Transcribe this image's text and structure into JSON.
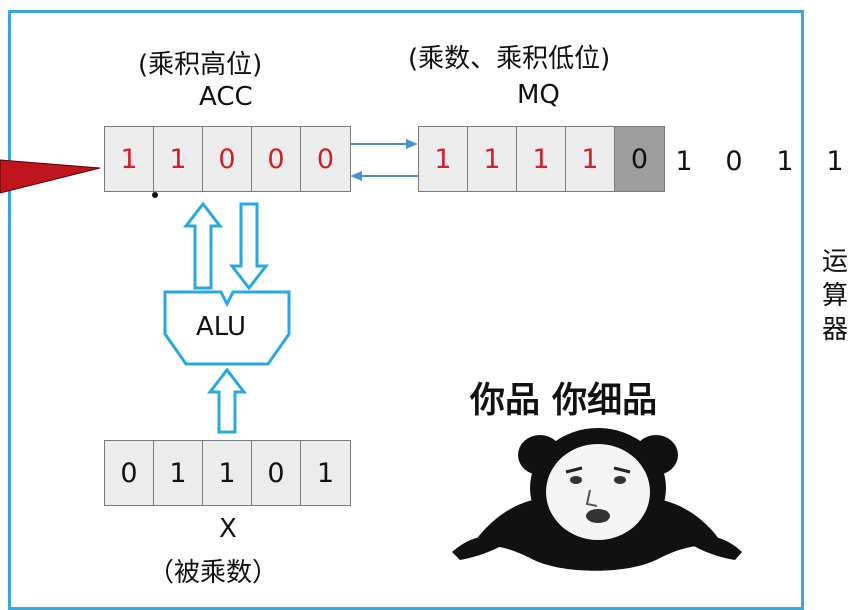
{
  "acc": {
    "caption": "(乘积高位)",
    "name": "ACC",
    "bits": [
      "1",
      "1",
      "0",
      "0",
      "0"
    ]
  },
  "mq": {
    "caption": "(乘数、乘积低位)",
    "name": "MQ",
    "bits": [
      "1",
      "1",
      "1",
      "1",
      "0"
    ],
    "trailing_bits": [
      "1",
      "0",
      "1",
      "1"
    ]
  },
  "alu": {
    "name": "ALU"
  },
  "x": {
    "name": "X",
    "caption": "（被乘数）",
    "bits": [
      "0",
      "1",
      "1",
      "0",
      "1"
    ]
  },
  "side_label": "运\n算\n器",
  "meme": {
    "caption": "你品 你细品"
  },
  "colors": {
    "frame": "#3aa7dc",
    "arrow": "#29a8e0",
    "bit_red": "#d0202a",
    "pointer": "#c0151c"
  }
}
